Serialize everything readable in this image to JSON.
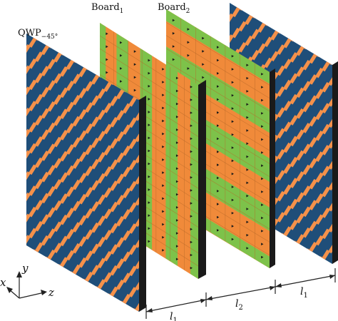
{
  "labels": {
    "qwp": {
      "main": "QWP",
      "sub": "−45°"
    },
    "board1": {
      "main": "Board",
      "sub": "1"
    },
    "board2": {
      "main": "Board",
      "sub": "2"
    },
    "dims": [
      {
        "main": "l",
        "sub": "1"
      },
      {
        "main": "l",
        "sub": "2"
      },
      {
        "main": "l",
        "sub": "1"
      }
    ],
    "axes": {
      "x": "x",
      "y": "y",
      "z": "z"
    }
  },
  "colors": {
    "qwp_substrate": "#1f4e79",
    "qwp_patch": "#f5914a",
    "board_orange": "#f08a3a",
    "board_green": "#7dc24a",
    "board_edge": "#1a1a1a",
    "cell_line": "#b86a2a",
    "dim_line": "#222222"
  }
}
